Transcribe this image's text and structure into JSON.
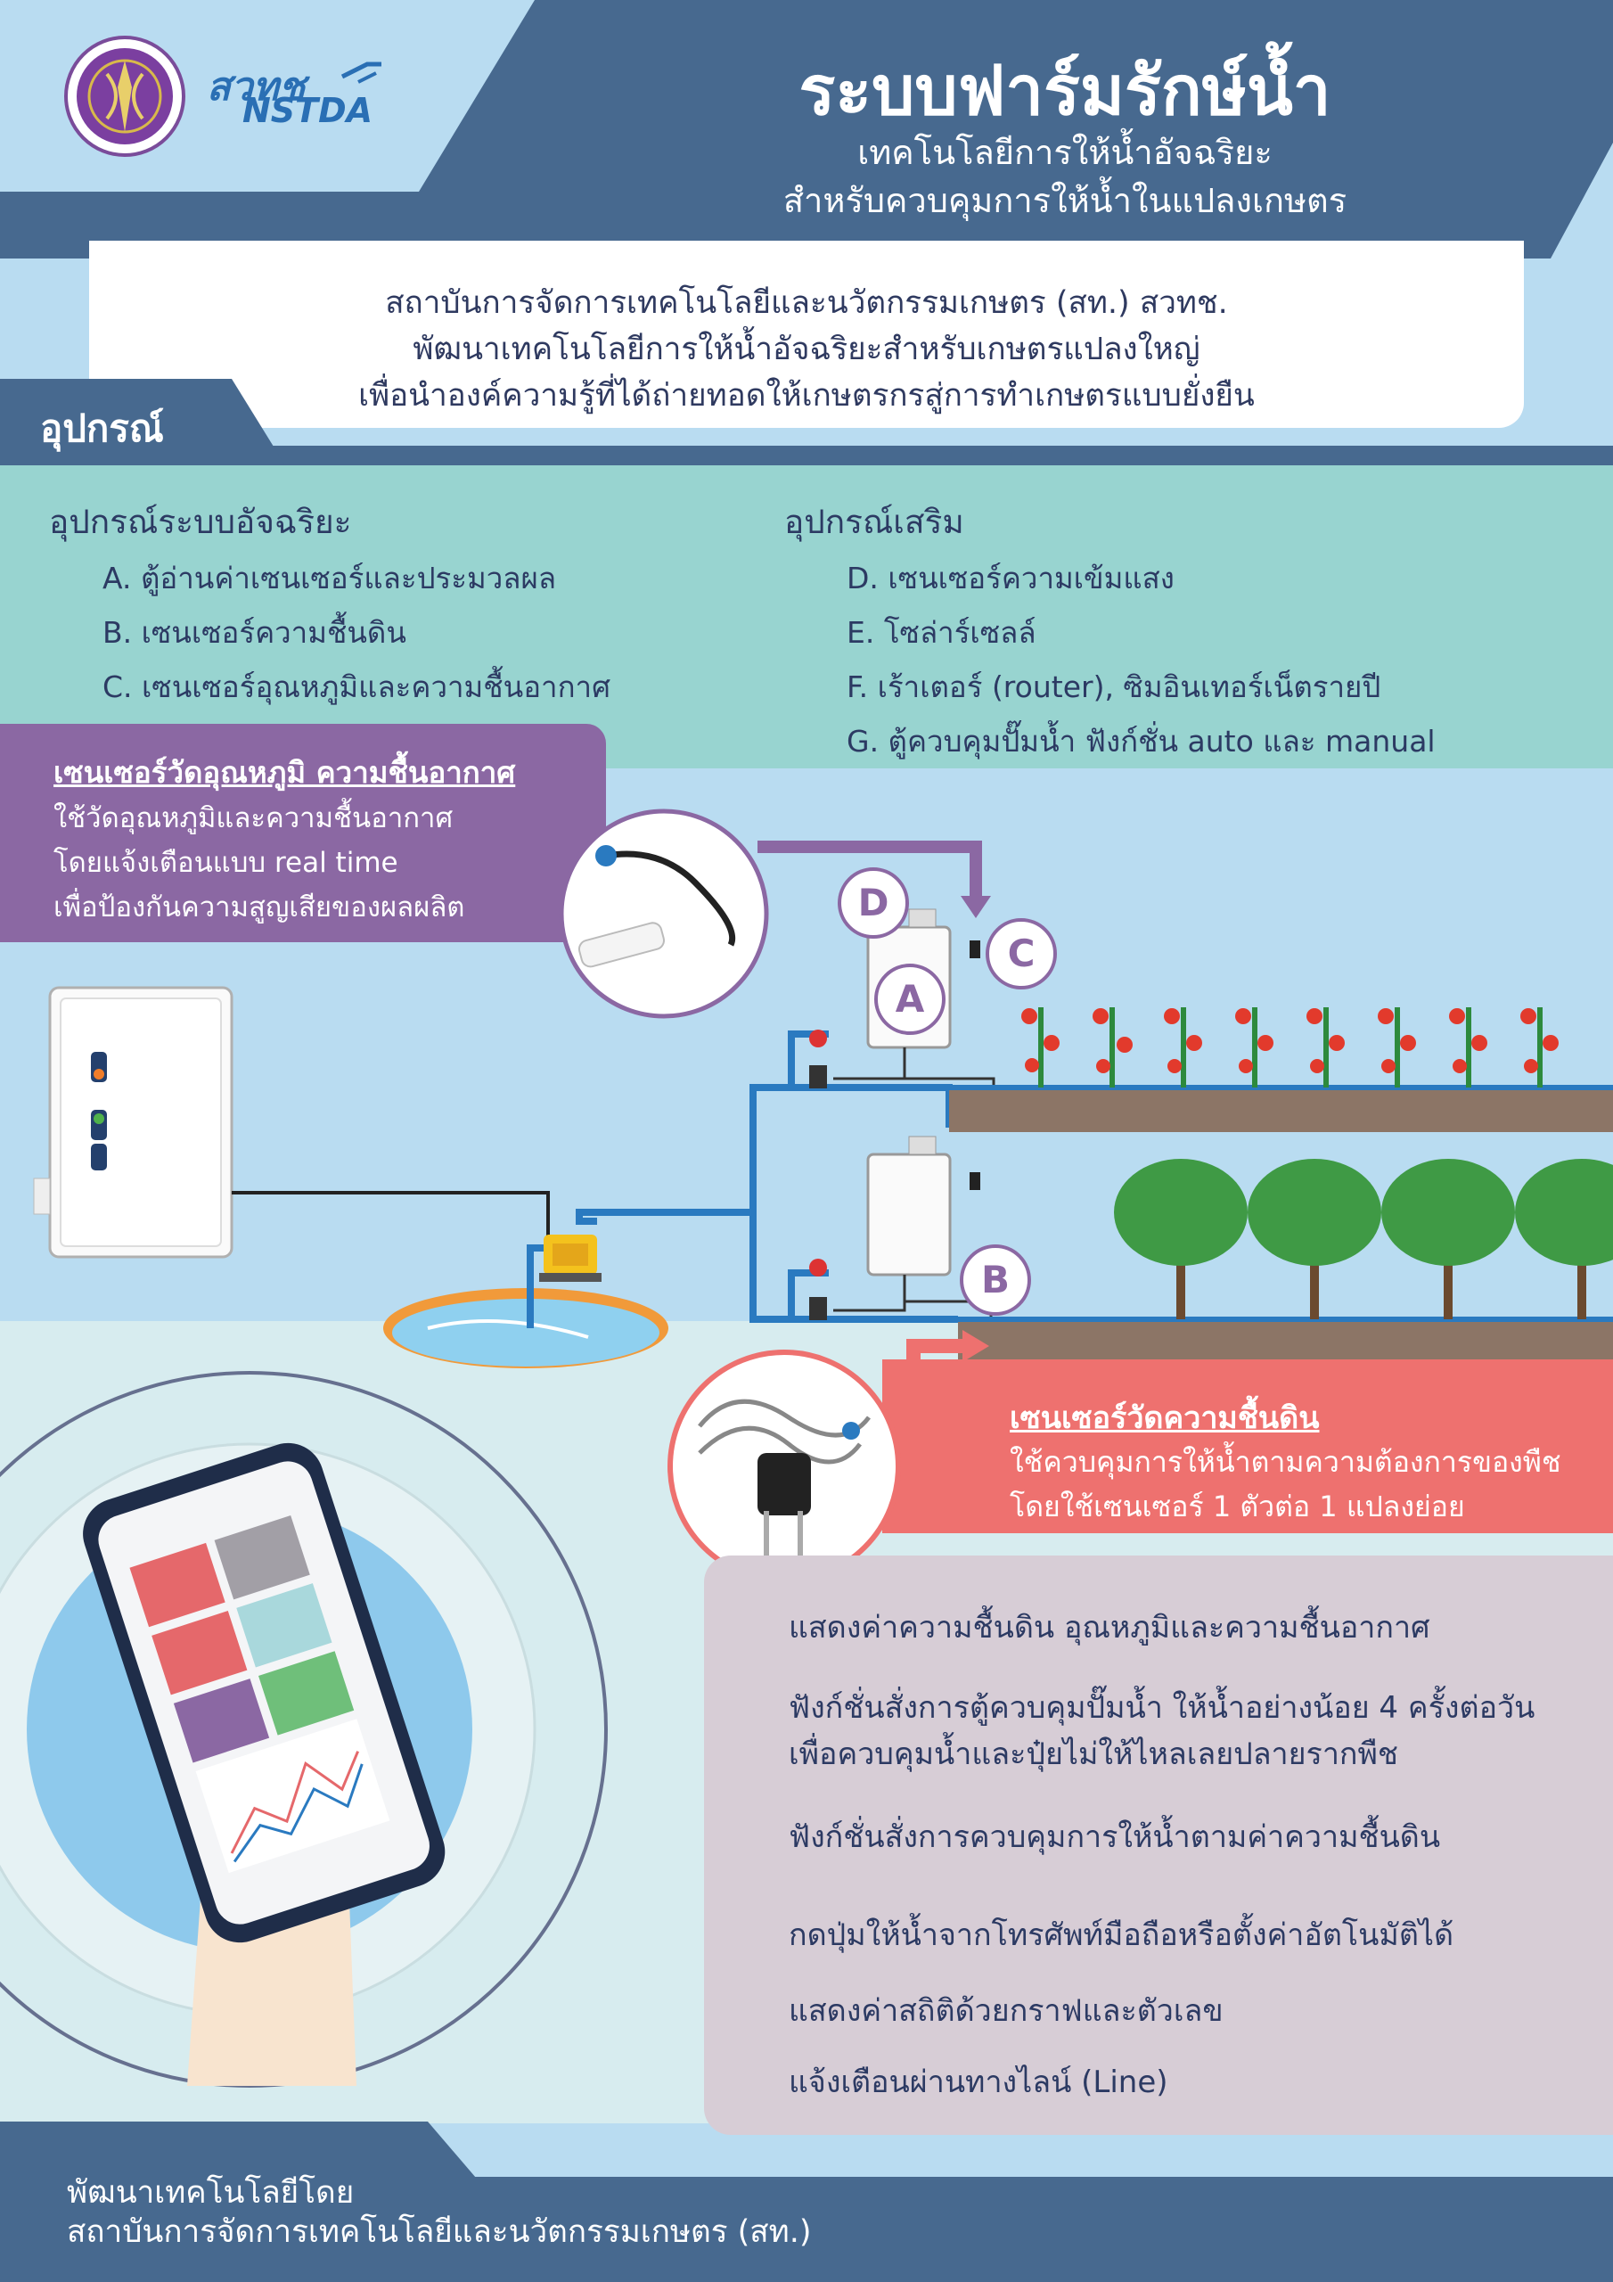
{
  "header": {
    "title": "ระบบฟาร์มรักษ์น้ำ",
    "subtitle_line1": "เทคโนโลยีการให้น้ำอัจฉริยะ",
    "subtitle_line2": "สำหรับควบคุมการให้น้ำในแปลงเกษตร",
    "logo_text_thai": "สวทช",
    "logo_text_en": "NSTDA"
  },
  "intro": {
    "line1": "สถาบันการจัดการเทคโนโลยีและนวัตกรรมเกษตร (สท.) สวทช.",
    "line2": "พัฒนาเทคโนโลยีการให้น้ำอัจฉริยะสำหรับเกษตรแปลงใหญ่",
    "line3": "เพื่อนำองค์ความรู้ที่ได้ถ่ายทอดให้เกษตรกรสู่การทำเกษตรแบบยั่งยืน"
  },
  "equipment": {
    "section_label": "อุปกรณ์",
    "smart_heading": "อุปกรณ์ระบบอัจฉริยะ",
    "smart_items": [
      "A. ตู้อ่านค่าเซนเซอร์และประมวลผล",
      "B. เซนเซอร์ความชื้นดิน",
      "C. เซนเซอร์อุณหภูมิและความชื้นอากาศ"
    ],
    "extra_heading": "อุปกรณ์เสริม",
    "extra_items": [
      "D. เซนเซอร์ความเข้มแสง",
      "E. โซล่าร์เซลล์",
      "F. เร้าเตอร์ (router), ซิมอินเทอร์เน็ตรายปี",
      "G. ตู้ควบคุมปั๊มน้ำ ฟังก์ชั่น auto และ manual"
    ]
  },
  "temp_sensor": {
    "title": "เซนเซอร์วัดอุณหภูมิ ความชื้นอากาศ",
    "line1": "ใช้วัดอุณหภูมิและความชื้นอากาศ",
    "line2": "โดยแจ้งเตือนแบบ real time",
    "line3": "เพื่อป้องกันความสูญเสียของผลผลิต"
  },
  "badges": {
    "a": "A",
    "b": "B",
    "c": "C",
    "d": "D"
  },
  "soil_sensor": {
    "title": "เซนเซอร์วัดความชื้นดิน",
    "line1": "ใช้ควบคุมการให้น้ำตามความต้องการของพืช",
    "line2": "โดยใช้เซนเซอร์ 1 ตัวต่อ 1 แปลงย่อย"
  },
  "features": [
    "แสดงค่าความชื้นดิน อุณหภูมิและความชื้นอากาศ",
    "ฟังก์ชั่นสั่งการตู้ควบคุมปั๊มน้ำ ให้น้ำอย่างน้อย 4 ครั้งต่อวัน",
    "เพื่อควบคุมน้ำและปุ๋ยไม่ให้ไหลเลยปลายรากพืช",
    "ฟังก์ชั่นสั่งการควบคุมการให้น้ำตามค่าความชื้นดิน",
    "กดปุ่มให้น้ำจากโทรศัพท์มือถือหรือตั้งค่าอัตโนมัติได้",
    "แสดงค่าสถิติด้วยกราฟและตัวเลข",
    "แจ้งเตือนผ่านทางไลน์ (Line)"
  ],
  "footer": {
    "line1": "พัฒนาเทคโนโลยีโดย",
    "line2": "สถาบันการจัดการเทคโนโลยีและนวัตกรรมเกษตร (สท.)"
  },
  "colors": {
    "navy": "#47698f",
    "light_blue": "#b9dcf1",
    "teal": "#98d4d0",
    "purple": "#8b68a3",
    "coral": "#ee716f",
    "grey_panel": "#d7cdd6",
    "text_dark": "#2c3a63"
  }
}
